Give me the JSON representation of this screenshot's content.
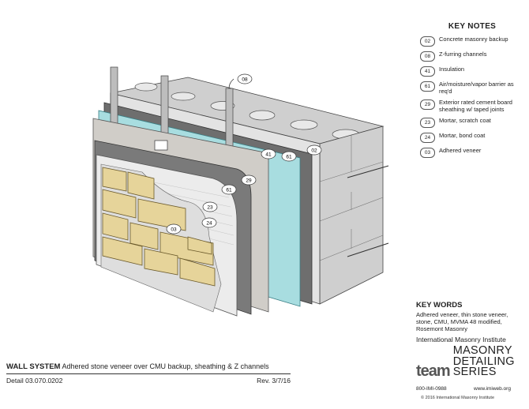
{
  "drawing": {
    "tags": {
      "t02": "02",
      "t08": "08",
      "t41": "41",
      "t61a": "61",
      "t61b": "61",
      "t29": "29",
      "t23": "23",
      "t24": "24",
      "t03": "03"
    }
  },
  "key_notes": {
    "title": "KEY NOTES",
    "items": [
      {
        "tag": "02",
        "text": "Concrete masonry backup"
      },
      {
        "tag": "08",
        "text": "Z-furring channels"
      },
      {
        "tag": "41",
        "text": "Insulation"
      },
      {
        "tag": "61",
        "text": "Air/moisture/vapor barrier as req'd"
      },
      {
        "tag": "29",
        "text": "Exterior rated cement board sheathing w/ taped joints"
      },
      {
        "tag": "23",
        "text": "Mortar, scratch coat"
      },
      {
        "tag": "24",
        "text": "Mortar, bond coat"
      },
      {
        "tag": "03",
        "text": "Adhered veneer"
      }
    ]
  },
  "key_words": {
    "title": "KEY WORDS",
    "text": "Adhered veneer, thin stone veneer, stone, CMU, MVMA 48 modified, Rosemont Masonry"
  },
  "branding": {
    "institute": "International Masonry Institute",
    "logo_word": "team",
    "series_line1": "MASONRY",
    "series_line2": "DETAILING",
    "series_line3": "SERIES",
    "phone": "800-IMI-0988",
    "website": "www.imiweb.org",
    "copyright": "© 2016 International Masonry Institute"
  },
  "title_block": {
    "title": "WALL SYSTEM",
    "subtitle": "Adhered stone veneer over CMU backup, sheathing & Z  channels",
    "detail": "Detail 03.070.0202",
    "revision": "Rev. 3/7/16"
  },
  "colors": {
    "stone": "#e6d49a",
    "insulation": "#a8dde0",
    "cmu": "#d9d9d9",
    "barrier": "#6e6e6e"
  }
}
